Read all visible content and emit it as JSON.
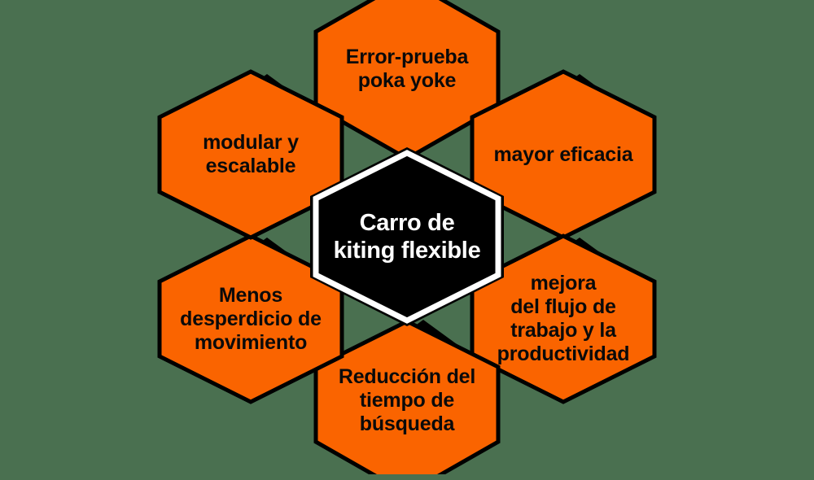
{
  "diagram": {
    "title_semantic": "flexible-kiting-cart-benefits-hexagon-diagram",
    "background_color": "#4a7050",
    "hex_fill_color": "#fa6400",
    "hex_outline_color": "#000000",
    "hex_shadow_color": "#000000",
    "center_fill_color": "#000000",
    "center_border_color": "#ffffff",
    "spoke_text_color": "#0a0a0a",
    "center_text_color": "#ffffff",
    "center": {
      "label": "Carro de\nkiting flexible"
    },
    "nodes": [
      {
        "id": "error-proofing",
        "position": "top",
        "label": "Error-prueba\npoka yoke"
      },
      {
        "id": "greater-efficacy",
        "position": "top-right",
        "label": "mayor eficacia"
      },
      {
        "id": "workflow-productivity",
        "position": "bottom-right",
        "label": "mejora\ndel flujo de\ntrabajo y la\nproductividad"
      },
      {
        "id": "search-time",
        "position": "bottom",
        "label": "Reducción del\ntiempo de\nbúsqueda"
      },
      {
        "id": "less-motion-waste",
        "position": "bottom-left",
        "label": "Menos\ndesperdicio de\nmovimiento"
      },
      {
        "id": "modular-scalable",
        "position": "top-left",
        "label": "modular y\nescalable"
      }
    ]
  }
}
